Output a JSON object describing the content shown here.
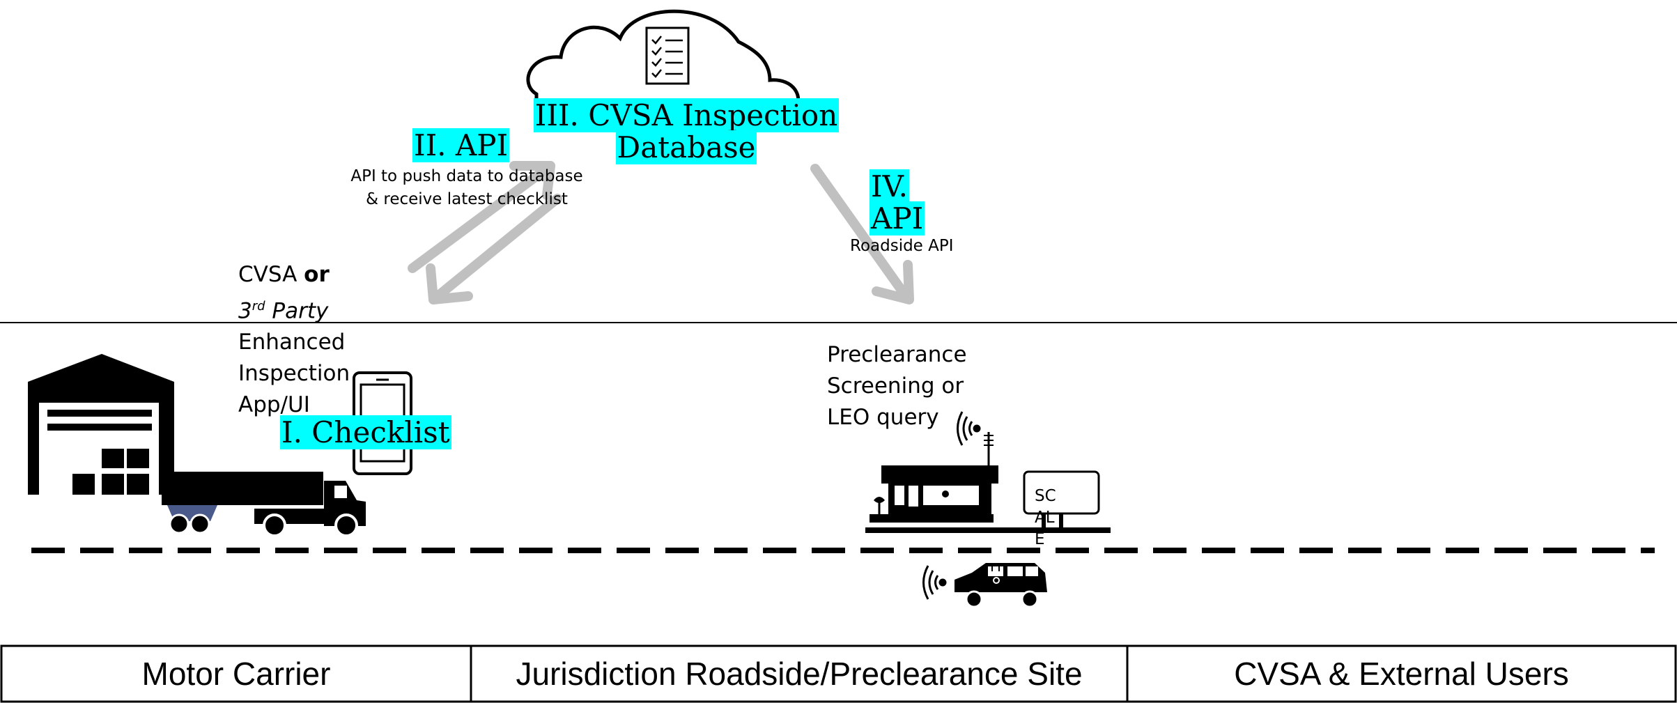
{
  "cloud": {
    "title_line1": "III. CVSA Inspection",
    "title_line2": "Database"
  },
  "api_left": {
    "title": "II. API",
    "desc_line1": "API to push data to database",
    "desc_line2": "& receive latest checklist"
  },
  "api_right": {
    "title_line1": "IV.",
    "title_line2": "API",
    "desc": "Roadside API"
  },
  "carrier_app": {
    "line1_prefix": "CVSA ",
    "line1_bold": "or",
    "line2_num": "3",
    "line2_sup": "rd",
    "line2_rest": " Party",
    "line3": "Enhanced",
    "line4": "Inspection",
    "line5": "App/UI"
  },
  "checklist": {
    "title": "I. Checklist"
  },
  "preclearance": {
    "line1": "Preclearance",
    "line2": "Screening or",
    "line3": "LEO query"
  },
  "scale_sign": {
    "line1": "SC",
    "line2": "AL",
    "line3": "E"
  },
  "footer": {
    "cells": [
      "Motor Carrier",
      "Jurisdiction Roadside/Preclearance Site",
      "CVSA & External Users"
    ]
  },
  "colors": {
    "highlight": "#00ffff",
    "arrow": "#c0c0c0",
    "ink": "#000000"
  }
}
